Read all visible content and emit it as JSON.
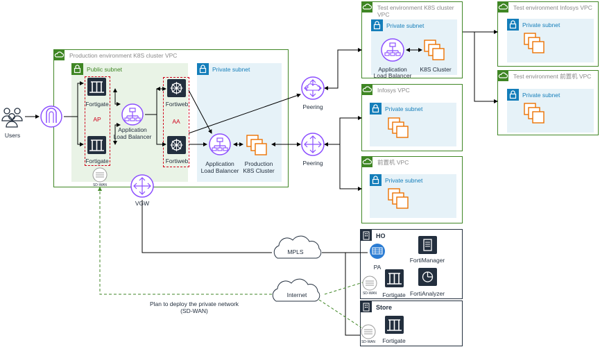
{
  "users_label": "Users",
  "prod_vpc": {
    "title": "Production environment K8S cluster VPC",
    "public_subnet": "Public subnet",
    "private_subnet": "Private subnet",
    "fortigate_top": "Fortigate",
    "fortigate_bottom": "Fortigate",
    "ap_label": "AP",
    "aa_label": "AA",
    "alb_left_l1": "Application",
    "alb_left_l2": "Load Balancer",
    "fortiweb_top": "Fortiweb",
    "fortiweb_bottom": "Fortiweb",
    "alb_right_l1": "Application",
    "alb_right_l2": "Load Balancer",
    "k8s_l1": "Production",
    "k8s_l2": "K8S Cluster"
  },
  "vgw_label": "VGW",
  "sdwan_label": "SD-WAN",
  "peering_top": "Peering",
  "peering_bottom": "Peering",
  "test_k8s_vpc": {
    "title_l1": "Test environment K8S cluster",
    "title_l2": "VPC",
    "private_subnet": "Private subnet",
    "alb_l1": "Application",
    "alb_l2": "Load Balancer",
    "k8s": "K8S Cluster"
  },
  "infosys_vpc": {
    "title": "Infosys VPC",
    "private_subnet": "Private subnet"
  },
  "qianzhiji_vpc": {
    "title": "前置机 VPC",
    "private_subnet": "Private subnet"
  },
  "test_infosys_vpc": {
    "title": "Test environment Infosys VPC",
    "private_subnet": "Private subnet"
  },
  "test_qianzhiji_vpc": {
    "title": "Test environment 前置机 VPC",
    "private_subnet": "Private subnet"
  },
  "mpls_label": "MPLS",
  "internet_label": "Internet",
  "plan_l1": "Plan to deploy the private network",
  "plan_l2": "(SD-WAN)",
  "ho": {
    "title": "HO",
    "pa": "PA",
    "fortimanager": "FortiManager",
    "fortigate": "Fortigate",
    "fortianalyzer": "FortiAnalyzer"
  },
  "store": {
    "title": "Store",
    "fortigate": "Fortigate"
  },
  "colors": {
    "vpc_border": "#3f8624",
    "subnet_blue": "#147eba",
    "subnet_fill": "#e6f2f8",
    "public_fill": "#e9f3e6",
    "network_purple": "#8c4fff",
    "orange": "#ed7100",
    "red_dash": "#d0021b",
    "green_dash": "#3f8624"
  }
}
